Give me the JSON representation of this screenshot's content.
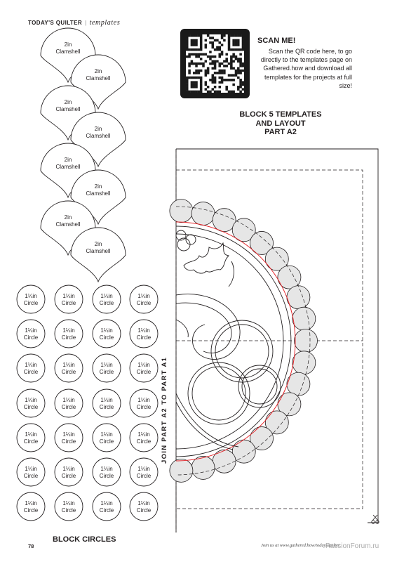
{
  "header": {
    "brand": "TODAY'S QUILTER",
    "separator": "|",
    "section": "templates"
  },
  "qr": {
    "scan_title": "SCAN ME!",
    "scan_text": "Scan the QR code here, to go directly to the templates page on Gathered.how and download all templates for the projects at full size!"
  },
  "block": {
    "title_line1": "BLOCK 5 TEMPLATES",
    "title_line2": "AND LAYOUT",
    "title_line3": "PART A2",
    "join_label": "JOIN PART A2 TO PART A1"
  },
  "clamshell": {
    "size": "2in",
    "name": "Clamshell"
  },
  "circle": {
    "size": "1¼in",
    "name": "Circle"
  },
  "circles_label": "BLOCK CIRCLES",
  "page_number": "78",
  "footer": "Join us at www.gathered.how/todaysquilter",
  "watermark": "PassionForum.ru",
  "colors": {
    "ink": "#231f20",
    "seam_red": "#e5252a",
    "circle_fill": "#e6e6e6",
    "qr_dark": "#1a1a1a"
  },
  "icons": {
    "qr": "qr-code-icon",
    "scissors": "scissors-icon"
  }
}
